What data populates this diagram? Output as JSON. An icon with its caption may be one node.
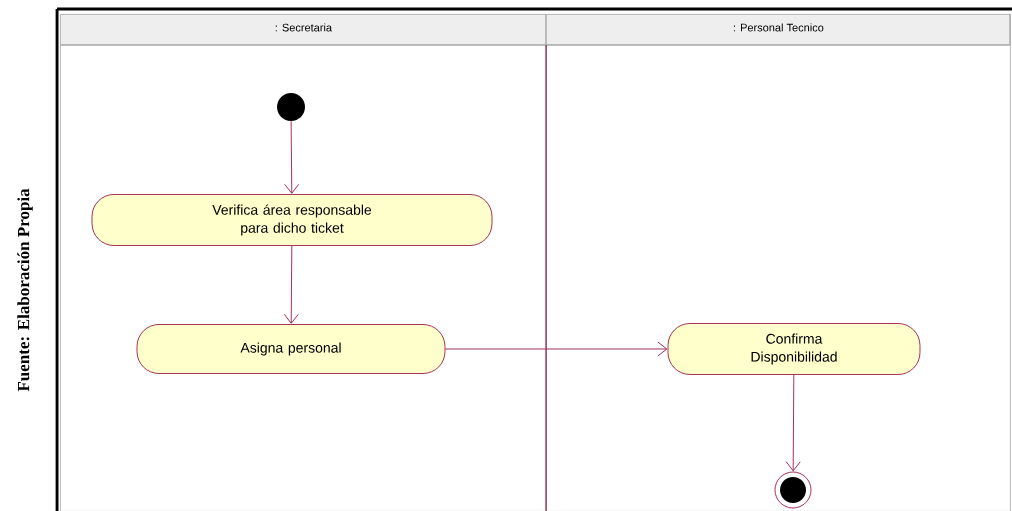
{
  "diagram": {
    "nodes": [
      {
        "text": [
          ": Secretaria"
        ]
      },
      {
        "text": [
          ": Personal Tecnico"
        ]
      },
      {
        "text": [],
        "shape": "circle",
        "in": 0
      },
      {
        "text": [
          "Verifica área responsable para dicho ticket"
        ],
        "in": 0
      },
      {
        "text": [
          "Asigna personal"
        ],
        "in": 0
      },
      {
        "text": [
          "Confirma Disponibilidad"
        ],
        "in": 1
      },
      {
        "text": [],
        "shape": "circle",
        "in": 1
      }
    ],
    "edges": [
      {
        "from": 2,
        "to": 3,
        "arrow": "to"
      },
      {
        "from": 3,
        "to": 4,
        "arrow": "to"
      },
      {
        "from": 4,
        "to": 5,
        "arrow": "to"
      },
      {
        "from": 5,
        "to": 6,
        "arrow": "to"
      }
    ],
    "labels": [
      "Fuente: Elaboración Propia"
    ]
  }
}
